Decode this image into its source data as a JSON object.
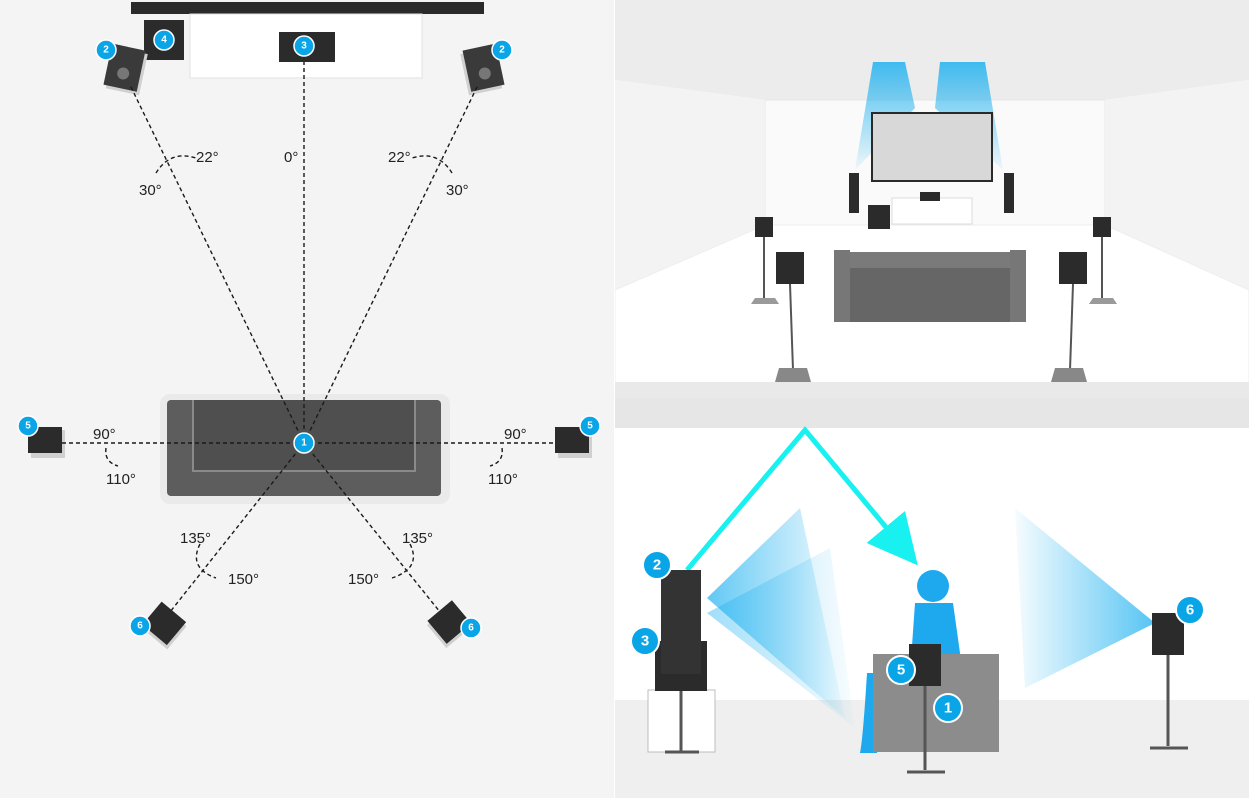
{
  "colors": {
    "badge": "#0aa5e6",
    "speaker": "#2b2b2b",
    "sofa": "#5d5d5d",
    "sound": "#21b2f0",
    "reflection": "#19f0f0",
    "bar": "#2a2a2a"
  },
  "top_view": {
    "badges": {
      "listener": "1",
      "front_left": "2",
      "front_right": "2",
      "center": "3",
      "subwoofer": "4",
      "side_left": "5",
      "side_right": "5",
      "rear_left": "6",
      "rear_right": "6"
    },
    "angles": {
      "front_left_inner": "22°",
      "front_left_outer": "30°",
      "center": "0°",
      "front_right_inner": "22°",
      "front_right_outer": "30°",
      "side_left_a": "90°",
      "side_left_b": "110°",
      "side_right_a": "90°",
      "side_right_b": "110°",
      "rear_left_a": "135°",
      "rear_left_b": "150°",
      "rear_right_a": "135°",
      "rear_right_b": "150°"
    }
  },
  "side_view": {
    "badges": {
      "height": "2",
      "front": "3",
      "rear": "6",
      "side": "5",
      "listener": "1"
    }
  }
}
